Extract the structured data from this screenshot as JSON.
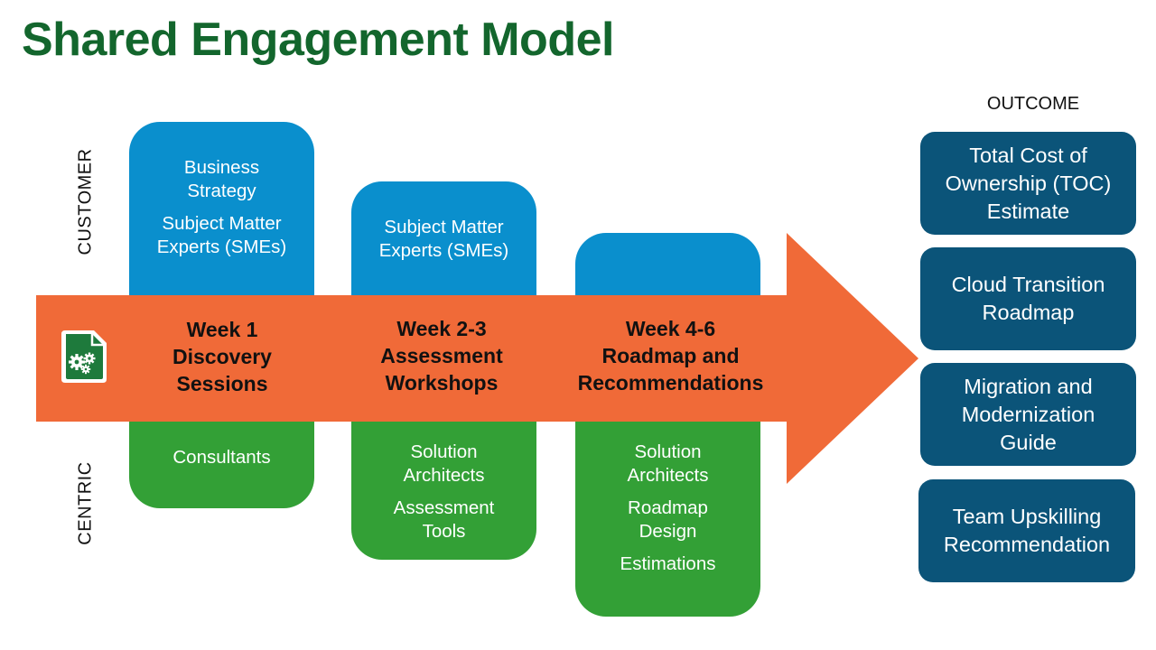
{
  "title": "Shared Engagement Model",
  "side_labels": {
    "top": "CUSTOMER",
    "bottom": "CENTRIC"
  },
  "colors": {
    "title": "#13662d",
    "customer_box": "#0a8fcd",
    "centric_box": "#33a036",
    "arrow": "#f06a38",
    "outcome_box": "#0b5479",
    "icon_bg": "#1e7a3c"
  },
  "arrow_icon": "document-gears-icon",
  "phases": [
    {
      "week": "Week 1",
      "line2": "Discovery",
      "line3": "Sessions",
      "customer": [
        "Business Strategy",
        "Subject Matter Experts (SMEs)"
      ],
      "centric": [
        "Consultants"
      ]
    },
    {
      "week": "Week 2-3",
      "line2": "Assessment",
      "line3": "Workshops",
      "customer": [
        "Subject Matter Experts (SMEs)"
      ],
      "centric": [
        "Solution Architects",
        "Assessment Tools"
      ]
    },
    {
      "week": "Week 4-6",
      "line2": "Roadmap and",
      "line3": "Recommendations",
      "customer": [],
      "centric": [
        "Solution Architects",
        "Roadmap Design",
        "Estimations"
      ]
    }
  ],
  "outcome": {
    "heading": "OUTCOME",
    "items": [
      "Total Cost of Ownership (TOC) Estimate",
      "Cloud Transition Roadmap",
      "Migration and Modernization Guide",
      "Team Upskilling Recommendation"
    ]
  }
}
